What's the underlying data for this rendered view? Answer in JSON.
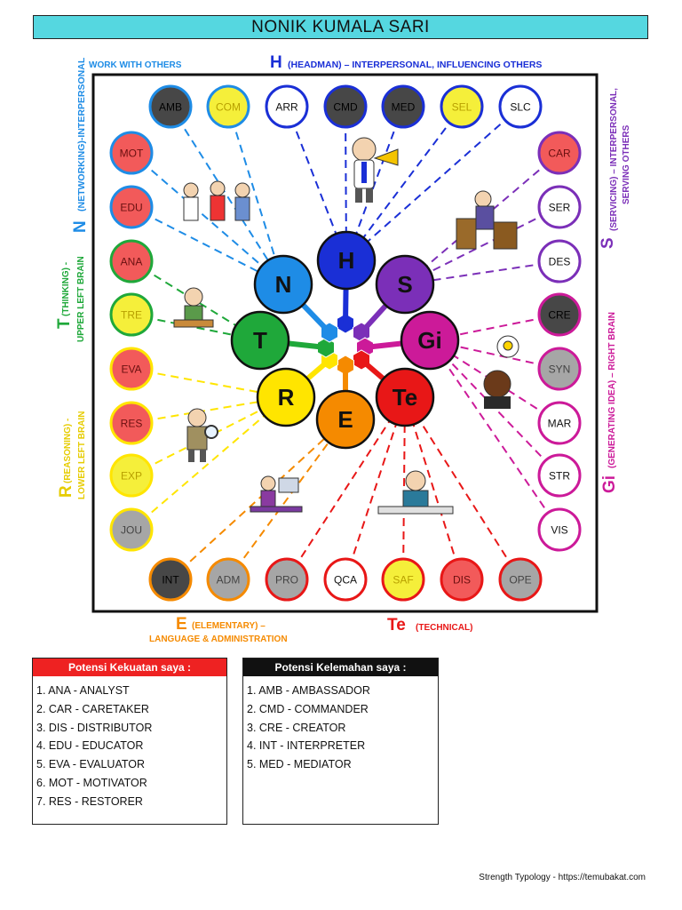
{
  "title": "NONIK KUMALA SARI",
  "colors": {
    "H": "#1a2fd6",
    "S": "#7b2fb8",
    "Gi": "#cc1a99",
    "Te": "#e81717",
    "E": "#f58a00",
    "R": "#ffe500",
    "T": "#1fa83a",
    "N": "#1e8ce6",
    "dark": "#474747",
    "gray": "#a6a6a6",
    "red": "#f25a5a",
    "yellow": "#f5ef3a",
    "white": "#ffffff"
  },
  "labels": {
    "H": {
      "letter": "H",
      "text": "(HEADMAN) – INTERPERSONAL, INFLUENCING OTHERS"
    },
    "N": {
      "letter": "N",
      "text": "(NETWORKING)-INTERPERSONAL",
      "sub": "WORK WITH OTHERS"
    },
    "T": {
      "letter": "T",
      "text1": "(THINKING) -",
      "text2": "UPPER LEFT BRAIN"
    },
    "R": {
      "letter": "R",
      "text1": "(REASONING) -",
      "text2": "LOWER LEFT BRAIN"
    },
    "E": {
      "letter": "E",
      "text1": "(ELEMENTARY) –",
      "text2": "LANGUAGE & ADMINISTRATION"
    },
    "Te": {
      "letter": "Te",
      "text": "(TECHNICAL)"
    },
    "S": {
      "letter": "S",
      "text1": "(SERVICING) – INTERPERSONAL,",
      "text2": "SERVING OTHERS"
    },
    "Gi": {
      "letter": "Gi",
      "text": "(GENERATING IDEA) – RIGHT BRAIN"
    }
  },
  "hubs": [
    {
      "id": "H",
      "label": "H"
    },
    {
      "id": "S",
      "label": "S"
    },
    {
      "id": "Gi",
      "label": "Gi"
    },
    {
      "id": "Te",
      "label": "Te"
    },
    {
      "id": "E",
      "label": "E"
    },
    {
      "id": "R",
      "label": "R"
    },
    {
      "id": "T",
      "label": "T"
    },
    {
      "id": "N",
      "label": "N"
    }
  ],
  "nodes": [
    {
      "code": "AMB",
      "group": "N",
      "shade": "dark"
    },
    {
      "code": "COM",
      "group": "N",
      "shade": "yellow"
    },
    {
      "code": "ARR",
      "group": "H",
      "shade": "white"
    },
    {
      "code": "CMD",
      "group": "H",
      "shade": "dark"
    },
    {
      "code": "MED",
      "group": "H",
      "shade": "dark"
    },
    {
      "code": "SEL",
      "group": "H",
      "shade": "yellow"
    },
    {
      "code": "SLC",
      "group": "H",
      "shade": "white"
    },
    {
      "code": "MOT",
      "group": "N",
      "shade": "red"
    },
    {
      "code": "EDU",
      "group": "N",
      "shade": "red"
    },
    {
      "code": "ANA",
      "group": "T",
      "shade": "red"
    },
    {
      "code": "TRE",
      "group": "T",
      "shade": "yellow"
    },
    {
      "code": "EVA",
      "group": "R",
      "shade": "red"
    },
    {
      "code": "RES",
      "group": "R",
      "shade": "red"
    },
    {
      "code": "EXP",
      "group": "R",
      "shade": "yellow"
    },
    {
      "code": "JOU",
      "group": "R",
      "shade": "gray"
    },
    {
      "code": "CAR",
      "group": "S",
      "shade": "red"
    },
    {
      "code": "SER",
      "group": "S",
      "shade": "white"
    },
    {
      "code": "DES",
      "group": "S",
      "shade": "white"
    },
    {
      "code": "CRE",
      "group": "Gi",
      "shade": "dark"
    },
    {
      "code": "SYN",
      "group": "Gi",
      "shade": "gray"
    },
    {
      "code": "MAR",
      "group": "Gi",
      "shade": "white"
    },
    {
      "code": "STR",
      "group": "Gi",
      "shade": "white"
    },
    {
      "code": "VIS",
      "group": "Gi",
      "shade": "white"
    },
    {
      "code": "INT",
      "group": "E",
      "shade": "dark"
    },
    {
      "code": "ADM",
      "group": "E",
      "shade": "gray"
    },
    {
      "code": "PRO",
      "group": "Te",
      "shade": "gray"
    },
    {
      "code": "QCA",
      "group": "Te",
      "shade": "white"
    },
    {
      "code": "SAF",
      "group": "Te",
      "shade": "yellow"
    },
    {
      "code": "DIS",
      "group": "Te",
      "shade": "red"
    },
    {
      "code": "OPE",
      "group": "Te",
      "shade": "gray"
    }
  ],
  "strengths": {
    "title": "Potensi Kekuatan saya :",
    "items": [
      "1. ANA - ANALYST",
      "2. CAR - CARETAKER",
      "3. DIS - DISTRIBUTOR",
      "4. EDU - EDUCATOR",
      "5. EVA - EVALUATOR",
      "6. MOT - MOTIVATOR",
      "7. RES - RESTORER"
    ]
  },
  "weaknesses": {
    "title": "Potensi Kelemahan saya :",
    "items": [
      "1. AMB - AMBASSADOR",
      "2. CMD - COMMANDER",
      "3. CRE - CREATOR",
      "4. INT - INTERPRETER",
      "5. MED - MEDIATOR"
    ]
  },
  "footer": "Strength Typology - https://temubakat.com"
}
